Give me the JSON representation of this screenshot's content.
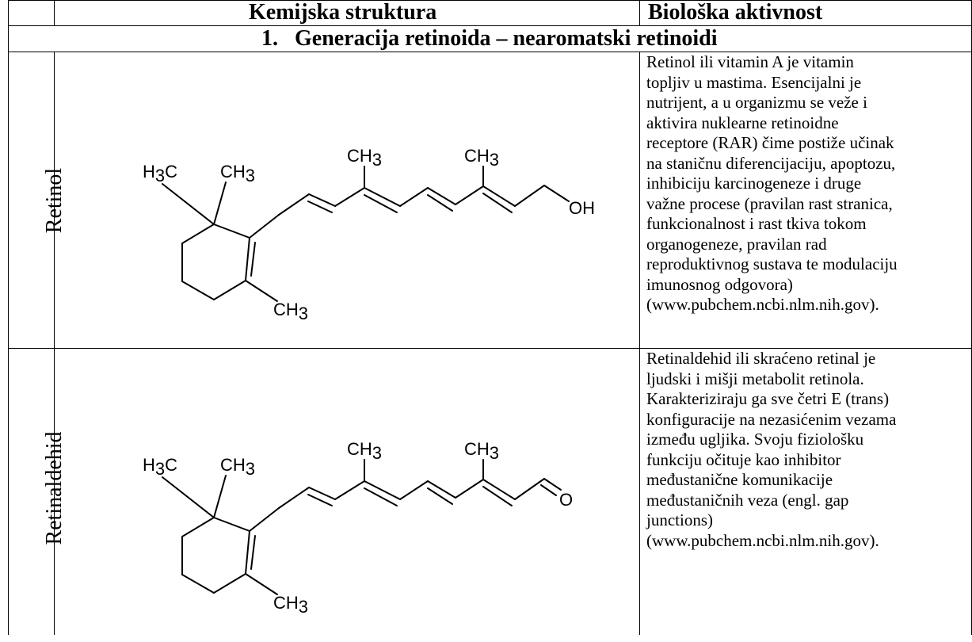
{
  "table": {
    "header": {
      "structure": "Kemijska struktura",
      "activity": "Biološka aktivnost"
    },
    "generation": {
      "number": "1.",
      "title": "Generacija retinoida – nearomatski retinoidi"
    },
    "rows": [
      {
        "name": "Retinol",
        "molecule": {
          "gem_methyl_left": "H3C",
          "gem_methyl_right": "CH3",
          "methyl_chain_1": "CH3",
          "methyl_chain_2": "CH3",
          "ring_methyl": "CH3",
          "end_group": "OH"
        },
        "description": [
          "Retinol ili vitamin A je vitamin",
          "topljiv u mastima. Esencijalni je",
          "nutrijent, a u organizmu se veže i",
          "aktivira nuklearne retinoidne",
          "receptore (RAR) čime postiže učinak",
          "na staničnu diferencijaciju, apoptozu,",
          "inhibiciju karcinogeneze i druge",
          "važne procese (pravilan rast stranica,",
          "funkcionalnost i rast tkiva tokom",
          "organogeneze, pravilan rad",
          "reproduktivnog sustava te modulaciju",
          "imunosnog odgovora)",
          "(www.pubchem.ncbi.nlm.nih.gov)."
        ]
      },
      {
        "name": "Retinaldehid",
        "molecule": {
          "gem_methyl_left": "H3C",
          "gem_methyl_right": "CH3",
          "methyl_chain_1": "CH3",
          "methyl_chain_2": "CH3",
          "ring_methyl": "CH3",
          "end_group": "O"
        },
        "description": [
          "Retinaldehid ili skraćeno retinal je",
          "ljudski i mišji metabolit retinola.",
          "Karakteriziraju ga sve četri E (trans)",
          "konfiguracije na nezasićenim vezama",
          "između ugljika. Svoju fiziološku",
          "funkciju očituje kao inhibitor",
          "međustanične komunikacije",
          "međustaničnih veza (engl. gap",
          "junctions)",
          "(www.pubchem.ncbi.nlm.nih.gov)."
        ]
      }
    ]
  }
}
